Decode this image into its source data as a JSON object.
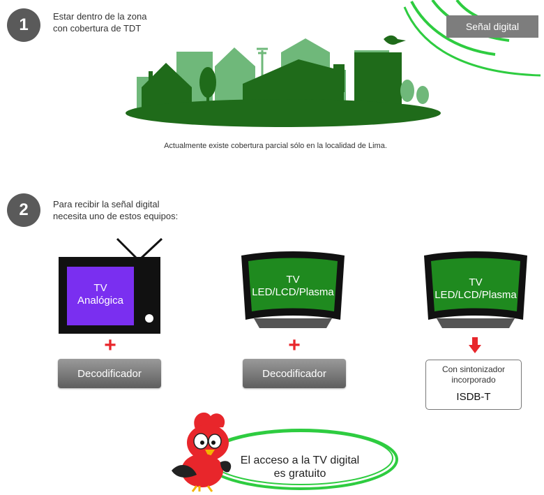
{
  "step1": {
    "number": "1",
    "line1": "Estar dentro de la zona",
    "line2": "con cobertura de TDT",
    "badge": "Señal digital",
    "caption": "Actualmente existe cobertura parcial sólo en la localidad de Lima."
  },
  "step2": {
    "number": "2",
    "line1": "Para recibir la señal digital",
    "line2": "necesita uno de estos equipos:"
  },
  "devices": {
    "analog": {
      "line1": "TV",
      "line2": "Analógica"
    },
    "flat1": {
      "line1": "TV",
      "line2": "LED/LCD/Plasma"
    },
    "flat2": {
      "line1": "TV",
      "line2": "LED/LCD/Plasma"
    },
    "plus": "+",
    "decoder1": "Decodificador",
    "decoder2": "Decodificador",
    "tuner": {
      "line1": "Con sintonizador",
      "line2": "incorporado",
      "standard": "ISDB-T"
    }
  },
  "footer": {
    "line1": "El acceso a la TV digital",
    "line2": "es gratuito"
  },
  "colors": {
    "city_dark": "#1f6b1a",
    "city_light": "#6fb87a",
    "signal_arcs": "#2ecc40",
    "analog_screen": "#7a2ff0",
    "flat_screen": "#1f8a1f",
    "plus": "#e8262b",
    "badge": "#7d7d7d"
  }
}
